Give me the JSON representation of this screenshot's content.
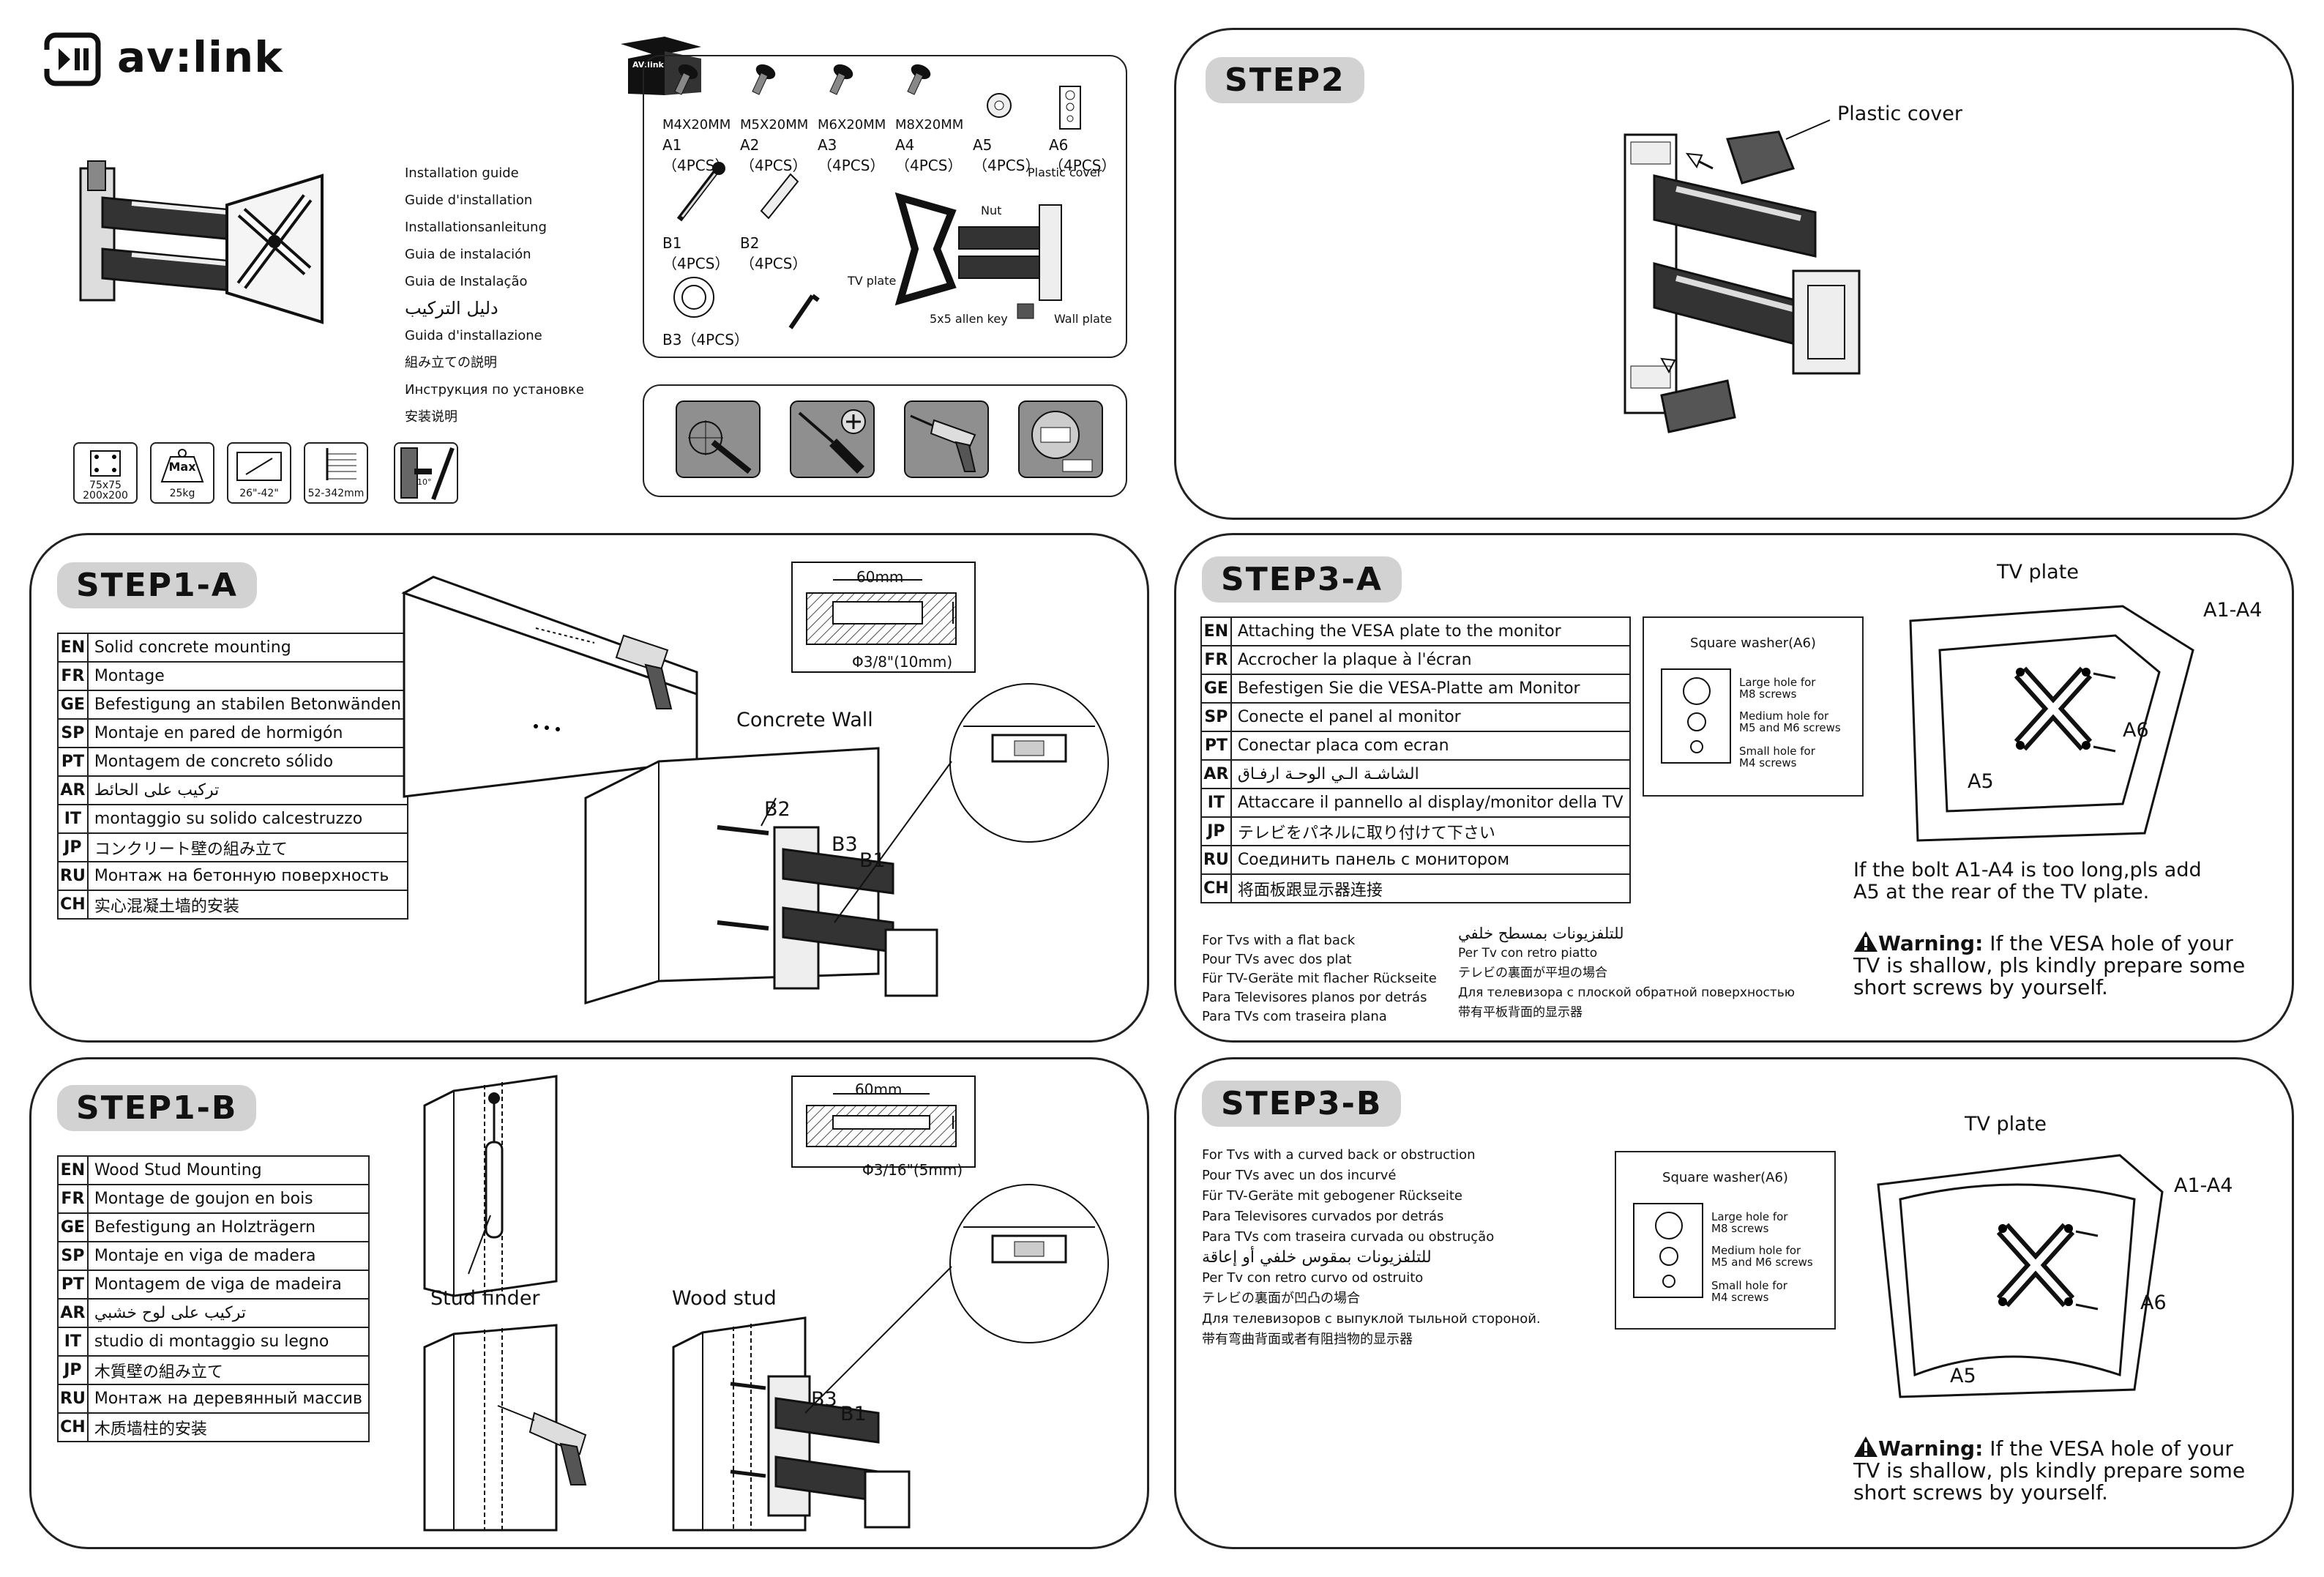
{
  "brand": {
    "name": "AV:link"
  },
  "cover": {
    "guides": [
      "Installation guide",
      "Guide d'installation",
      "Installationsanleitung",
      "Guia de instalación",
      "Guia de Instalação",
      "دليل التركيب",
      "Guida d'installazione",
      "組み立ての説明",
      "Инструкция по установке",
      "安装说明"
    ],
    "specs": [
      {
        "icon": "vesa-icon",
        "line1": "75x75",
        "line2": "200x200"
      },
      {
        "icon": "weight-icon",
        "top": "Max",
        "line1": "25kg"
      },
      {
        "icon": "screen-size-icon",
        "line1": "26\"-42\""
      },
      {
        "icon": "distance-icon",
        "line1": "52-342mm"
      },
      {
        "icon": "tilt-icon",
        "line1": "10°"
      }
    ]
  },
  "parts": {
    "box_label": "AV:link",
    "screws": [
      {
        "size": "M4X20MM",
        "label": "A1（4PCS）"
      },
      {
        "size": "M5X20MM",
        "label": "A2（4PCS）"
      },
      {
        "size": "M6X20MM",
        "label": "A3（4PCS）"
      },
      {
        "size": "M8X20MM",
        "label": "A4（4PCS）"
      },
      {
        "size": "",
        "label": "A5（4PCS）"
      },
      {
        "size": "",
        "label": "A6（4PCS）"
      }
    ],
    "anchors": [
      "B1（4PCS）",
      "B2（4PCS）"
    ],
    "washer": "B3（4PCS）",
    "callouts": {
      "plastic_cover": "Plastic cover",
      "nut": "Nut",
      "tv_plate": "TV plate",
      "allen_key": "5x5 allen key",
      "wall_plate": "Wall plate"
    },
    "tools": [
      "pencil-icon",
      "screwdriver-icon",
      "drill-icon",
      "tape-measure-icon"
    ]
  },
  "step2": {
    "title": "STEP2",
    "callout": "Plastic cover"
  },
  "step1a": {
    "title": "STEP1-A",
    "rows": [
      {
        "code": "EN",
        "text": "Solid concrete mounting"
      },
      {
        "code": "FR",
        "text": "Montage"
      },
      {
        "code": "GE",
        "text": "Befestigung an stabilen Betonwänden"
      },
      {
        "code": "SP",
        "text": "Montaje en pared de hormigón"
      },
      {
        "code": "PT",
        "text": "Montagem de concreto sólido"
      },
      {
        "code": "AR",
        "text": "تركيب على الحائط"
      },
      {
        "code": "IT",
        "text": "montaggio su solido calcestruzzo"
      },
      {
        "code": "JP",
        "text": "コンクリート壁の組み立て"
      },
      {
        "code": "RU",
        "text": "Монтаж на бетонную поверхность"
      },
      {
        "code": "CH",
        "text": "实心混凝土墙的安装"
      }
    ],
    "depth": "60mm",
    "hole": "Φ3/8\"(10mm)",
    "wall": "Concrete Wall",
    "labels": {
      "b2": "B2",
      "b3": "B3",
      "b1": "B1"
    }
  },
  "step1b": {
    "title": "STEP1-B",
    "rows": [
      {
        "code": "EN",
        "text": "Wood Stud Mounting"
      },
      {
        "code": "FR",
        "text": "Montage de goujon en bois"
      },
      {
        "code": "GE",
        "text": "Befestigung an Holzträgern"
      },
      {
        "code": "SP",
        "text": "Montaje en viga de madera"
      },
      {
        "code": "PT",
        "text": "Montagem de viga de madeira"
      },
      {
        "code": "AR",
        "text": "تركيب على لوح خشبي"
      },
      {
        "code": "IT",
        "text": "studio di montaggio su legno"
      },
      {
        "code": "JP",
        "text": "木質壁の組み立て"
      },
      {
        "code": "RU",
        "text": "Монтаж на деревянный массив"
      },
      {
        "code": "CH",
        "text": "木质墙柱的安装"
      }
    ],
    "depth": "60mm",
    "hole": "Φ3/16\"(5mm)",
    "finder": "Stud finder",
    "stud": "Wood stud",
    "labels": {
      "b3": "B3",
      "b1": "B1"
    }
  },
  "step3a": {
    "title": "STEP3-A",
    "rows": [
      {
        "code": "EN",
        "text": "Attaching the VESA plate to the monitor"
      },
      {
        "code": "FR",
        "text": "Accrocher la plaque à l'écran"
      },
      {
        "code": "GE",
        "text": "Befestigen Sie die VESA-Platte am Monitor"
      },
      {
        "code": "SP",
        "text": "Conecte el panel al monitor"
      },
      {
        "code": "PT",
        "text": "Conectar placa com ecran"
      },
      {
        "code": "AR",
        "text": "الشاشـة الـي الوحـة ارفـاق"
      },
      {
        "code": "IT",
        "text": "Attaccare il pannello al display/monitor della TV"
      },
      {
        "code": "JP",
        "text": "テレビをパネルに取り付けて下さい"
      },
      {
        "code": "RU",
        "text": "Соединить панель с монитором"
      },
      {
        "code": "CH",
        "text": "将面板跟显示器连接"
      }
    ],
    "flat_left": [
      "For Tvs  with  a  flat back",
      "Pour TVs avec dos plat",
      "Für TV-Geräte mit flacher Rückseite",
      "Para Televisores planos por detrás",
      "Para TVs com traseira plana"
    ],
    "flat_right": [
      "للتلفزيونات بمسطح خلفي",
      "Per Tv con retro piatto",
      "テレビの裏面が平坦の場合",
      "Для телевизора с плоской  обратной поверхностью",
      "带有平板背面的显示器"
    ],
    "washer": {
      "title": "Square washer(A6)",
      "large": [
        "Large hole for",
        "M8 screws"
      ],
      "medium": [
        "Medium hole for",
        "M5 and M6 screws"
      ],
      "small": [
        "Small hole for",
        "M4 screws"
      ]
    },
    "tv_plate": "TV plate",
    "a1a4": "A1-A4",
    "a6": "A6",
    "a5": "A5",
    "note": [
      "If the bolt A1-A4 is too long,pls add",
      "A5 at the rear of the TV plate."
    ],
    "warning_label": "Warning:",
    "warning": [
      " If the VESA hole of your",
      "TV is shallow, pls kindly prepare some",
      "short screws by yourself."
    ]
  },
  "step3b": {
    "title": "STEP3-B",
    "lines": [
      "For Tvs  with  a  curved back  or  obstruction",
      "Pour TVs avec un dos incurvé",
      "Für TV-Geräte mit gebogener Rückseite",
      "Para Televisores curvados por detrás",
      "Para TVs com traseira curvada ou obstrução",
      "للتلفزيونات بمقوس خلفي أو إعاقة",
      "Per Tv con retro curvo od ostruito",
      "テレビの裏面が凹凸の場合",
      "Для телевизоров с выпуклой тыльной стороной.",
      "带有弯曲背面或者有阻挡物的显示器"
    ],
    "washer": {
      "title": "Square washer(A6)",
      "large": [
        "Large hole for",
        "M8 screws"
      ],
      "medium": [
        "Medium hole for",
        "M5 and M6 screws"
      ],
      "small": [
        "Small hole for",
        "M4 screws"
      ]
    },
    "tv_plate": "TV plate",
    "a1a4": "A1-A4",
    "a6": "A6",
    "a5": "A5",
    "warning_label": "Warning:",
    "warning": [
      " If the VESA hole of your",
      "TV is shallow, pls kindly prepare some",
      "short screws by yourself."
    ]
  }
}
